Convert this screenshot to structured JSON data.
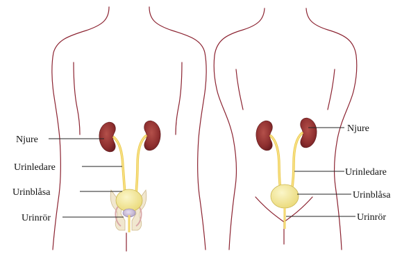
{
  "male": {
    "labels": {
      "kidney": "Njure",
      "ureter": "Urinledare",
      "bladder": "Urinblåsa",
      "urethra": "Urinrör"
    }
  },
  "female": {
    "labels": {
      "kidney": "Njure",
      "ureter": "Urinledare",
      "bladder": "Urinblåsa",
      "urethra": "Urinrör"
    }
  },
  "credit": "",
  "colors": {
    "body_outline": "#8b2230",
    "kidney": "#8e2f2f",
    "ureter": "#eccb52",
    "bladder": "#f3ea9c",
    "leader_line": "#222222"
  }
}
